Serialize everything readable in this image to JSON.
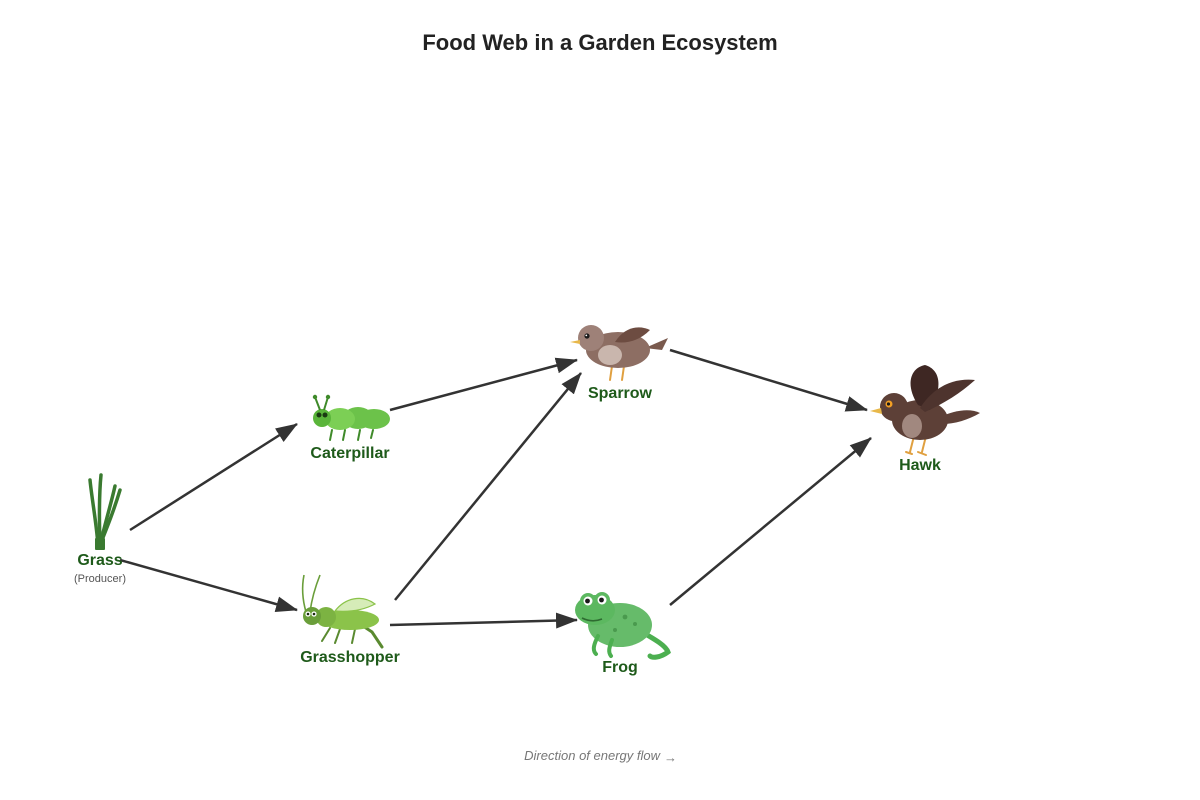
{
  "title": "Food Web in a Garden Ecosystem",
  "organisms": [
    {
      "id": "grass",
      "name": "Grass",
      "role": "(Producer)",
      "icon": "grass-icon"
    },
    {
      "id": "caterpillar",
      "name": "Caterpillar",
      "icon": "caterpillar-icon"
    },
    {
      "id": "grasshopper",
      "name": "Grasshopper",
      "icon": "grasshopper-icon"
    },
    {
      "id": "sparrow",
      "name": "Sparrow",
      "icon": "sparrow-icon"
    },
    {
      "id": "frog",
      "name": "Frog",
      "icon": "frog-icon"
    },
    {
      "id": "hawk",
      "name": "Hawk",
      "icon": "hawk-icon"
    }
  ],
  "links": [
    {
      "from": "grass",
      "to": "caterpillar"
    },
    {
      "from": "grass",
      "to": "grasshopper"
    },
    {
      "from": "caterpillar",
      "to": "sparrow"
    },
    {
      "from": "grasshopper",
      "to": "sparrow"
    },
    {
      "from": "grasshopper",
      "to": "frog"
    },
    {
      "from": "sparrow",
      "to": "hawk"
    },
    {
      "from": "frog",
      "to": "hawk"
    }
  ],
  "legend": {
    "text": "Direction of energy flow",
    "arrow_glyph": "→"
  },
  "colors": {
    "label": "#1e5a1a",
    "arrow": "#333333",
    "grass": "#3a7a30",
    "caterpillar": "#6cc24a",
    "grasshopper": "#8bc34a",
    "sparrow": "#8d6e63",
    "frog": "#66bb6a",
    "hawk": "#5d4037"
  }
}
